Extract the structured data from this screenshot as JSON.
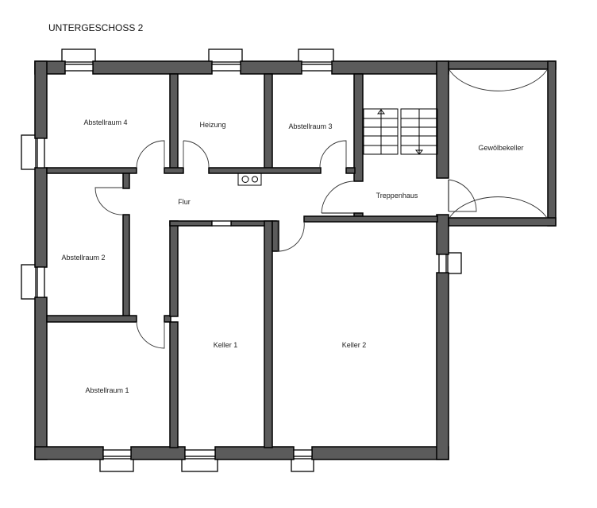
{
  "title": "UNTERGESCHOSS 2",
  "rooms": {
    "abstellraum4": "Abstellraum 4",
    "heizung": "Heizung",
    "abstellraum3": "Abstellraum 3",
    "gewoelbekeller": "Gewölbekeller",
    "flur": "Flur",
    "treppenhaus": "Treppenhaus",
    "abstellraum2": "Abstellraum 2",
    "keller1": "Keller 1",
    "keller2": "Keller 2",
    "abstellraum1": "Abstellraum 1"
  },
  "colors": {
    "wall": "#5b5b5b",
    "line": "#000000"
  }
}
